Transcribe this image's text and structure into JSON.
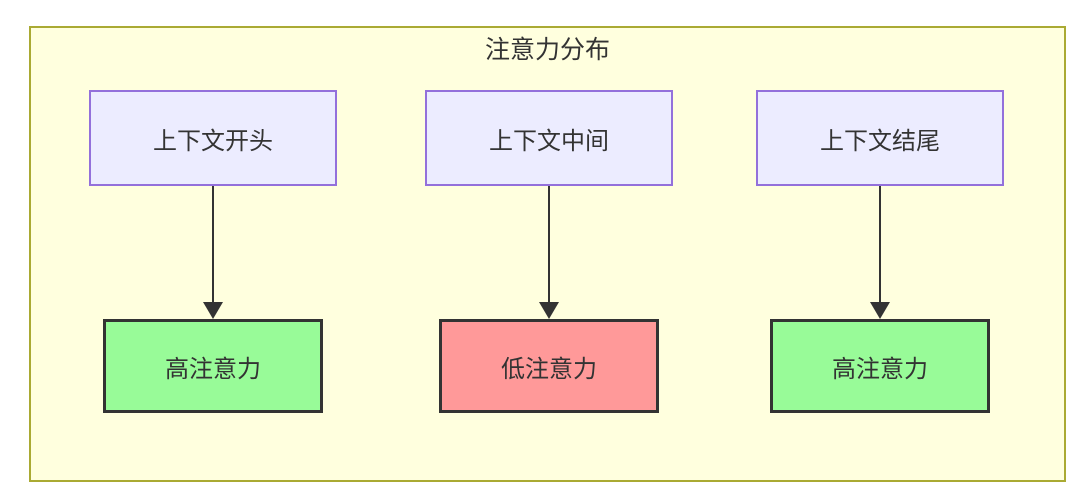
{
  "diagram": {
    "type": "flowchart",
    "title": "注意力分布",
    "columns": [
      {
        "source": "上下文开头",
        "target": "高注意力",
        "target_type": "high"
      },
      {
        "source": "上下文中间",
        "target": "低注意力",
        "target_type": "low"
      },
      {
        "source": "上下文结尾",
        "target": "高注意力",
        "target_type": "high"
      }
    ],
    "colors": {
      "container_bg": "#ffffde",
      "container_border": "#aaaa33",
      "node_bg": "#ECECFF",
      "node_border": "#9370DB",
      "high_bg": "#98FB98",
      "low_bg": "#FF9999",
      "result_border": "#333333",
      "arrow": "#333333",
      "text": "#333333"
    }
  }
}
